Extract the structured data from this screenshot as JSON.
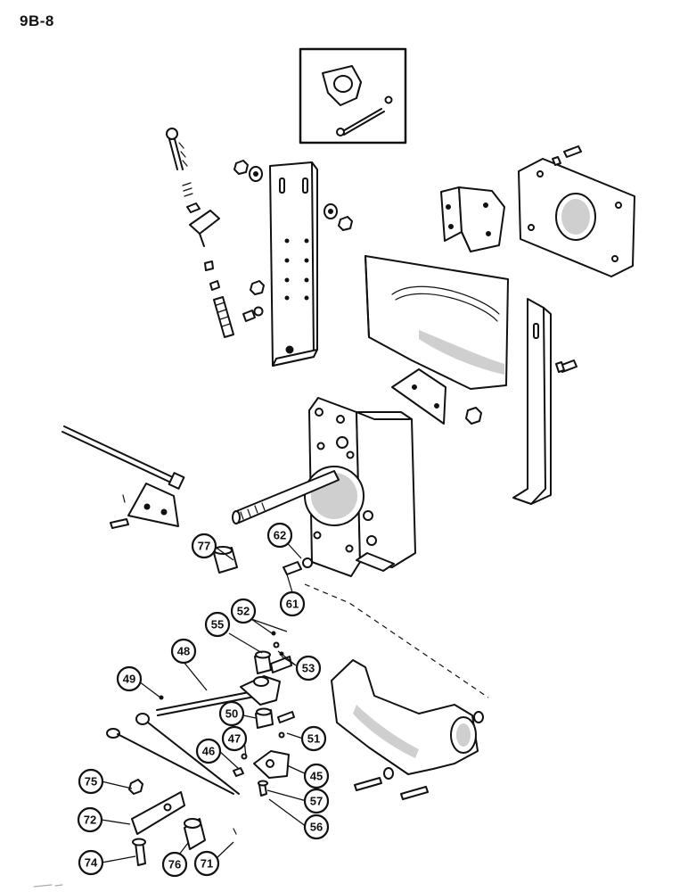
{
  "page": {
    "code": "9B-8"
  },
  "callouts": [
    {
      "number": "77"
    },
    {
      "number": "62"
    },
    {
      "number": "61"
    },
    {
      "number": "52"
    },
    {
      "number": "55"
    },
    {
      "number": "53"
    },
    {
      "number": "48"
    },
    {
      "number": "49"
    },
    {
      "number": "50"
    },
    {
      "number": "51"
    },
    {
      "number": "46"
    },
    {
      "number": "47"
    },
    {
      "number": "45"
    },
    {
      "number": "57"
    },
    {
      "number": "56"
    },
    {
      "number": "75"
    },
    {
      "number": "72"
    },
    {
      "number": "74"
    },
    {
      "number": "76"
    },
    {
      "number": "71"
    }
  ]
}
